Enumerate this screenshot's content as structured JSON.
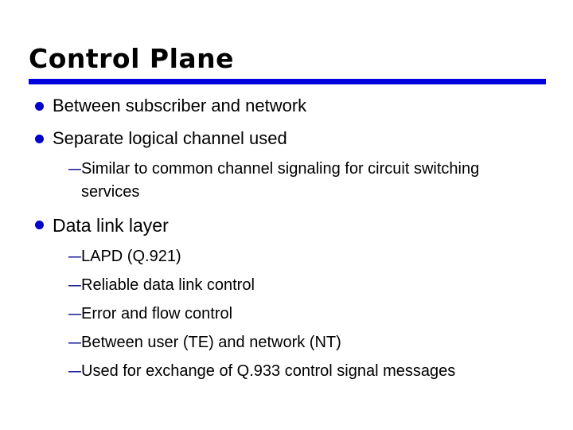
{
  "slide": {
    "title": "Control Plane",
    "dash_glyph": "—",
    "colors": {
      "background": "#ffffff",
      "title_text": "#000000",
      "body_text": "#000000",
      "title_rule": "#0000de",
      "bullet_dot": "#0000cc",
      "sub_dash": "#00008c"
    },
    "bullets": [
      {
        "level": 1,
        "text": "Between subscriber and network"
      },
      {
        "level": 1,
        "text": "Separate logical channel used"
      },
      {
        "level": 2,
        "text": "Similar to common channel signaling for circuit switching services"
      },
      {
        "level": 1,
        "text": "Data link layer"
      },
      {
        "level": 2,
        "text": "LAPD (Q.921)"
      },
      {
        "level": 2,
        "text": "Reliable data link control"
      },
      {
        "level": 2,
        "text": "Error and flow control"
      },
      {
        "level": 2,
        "text": "Between user (TE) and network (NT)"
      },
      {
        "level": 2,
        "text": "Used for exchange of Q.933 control signal messages"
      }
    ]
  }
}
